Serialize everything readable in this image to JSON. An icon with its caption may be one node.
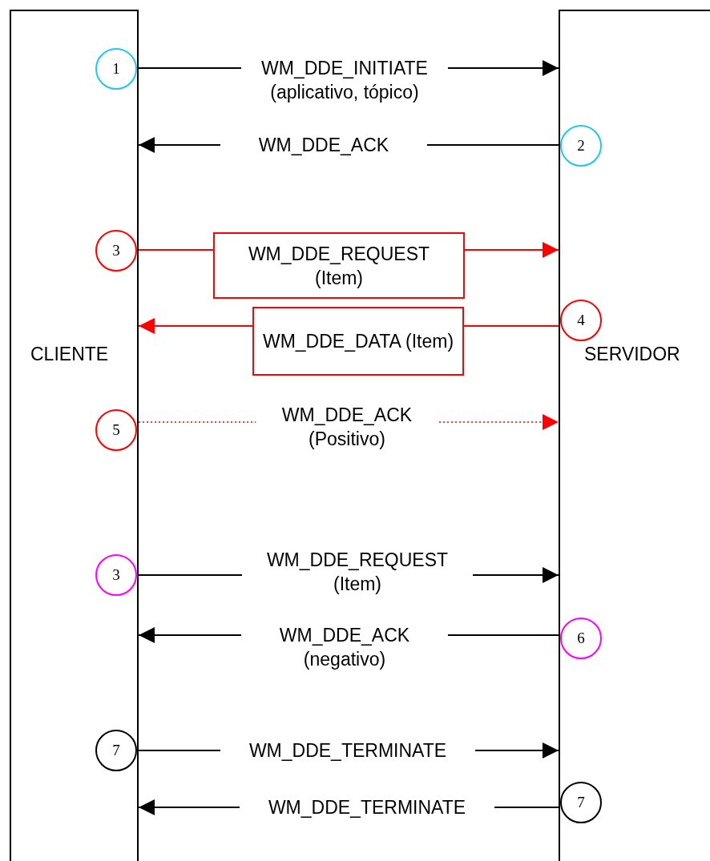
{
  "diagram": {
    "nodes": [
      {
        "text": [
          "CLIENTE"
        ]
      },
      {
        "text": [
          "SERVIDOR"
        ]
      },
      {
        "text": [
          "1"
        ],
        "in": 0
      },
      {
        "text": [
          "2"
        ],
        "in": 1
      },
      {
        "text": [
          "3"
        ],
        "in": 0
      },
      {
        "text": [
          "WM_DDE_REQUEST (Item)"
        ]
      },
      {
        "text": [
          "4"
        ],
        "in": 1
      },
      {
        "text": [
          "WM_DDE_DATA (Item)"
        ]
      },
      {
        "text": [
          "5"
        ],
        "in": 0
      },
      {
        "text": [
          "3"
        ],
        "in": 0
      },
      {
        "text": [
          "6"
        ],
        "in": 1
      },
      {
        "text": [
          "7"
        ],
        "in": 0
      },
      {
        "text": [
          "7"
        ],
        "in": 1
      }
    ],
    "edges": [
      {
        "from": 0,
        "to": 1,
        "arrow": "to",
        "label": "WM_DDE_INITIATE (aplicativo, tópico)"
      },
      {
        "from": 1,
        "to": 0,
        "arrow": "to",
        "label": "WM_DDE_ACK"
      },
      {
        "from": 0,
        "to": 5,
        "arrow": "none",
        "color": "#ff0000"
      },
      {
        "from": 5,
        "to": 1,
        "arrow": "to",
        "color": "#ff0000"
      },
      {
        "from": 1,
        "to": 7,
        "arrow": "none",
        "color": "#ff0000"
      },
      {
        "from": 7,
        "to": 0,
        "arrow": "to",
        "color": "#ff0000"
      },
      {
        "from": 0,
        "to": 1,
        "arrow": "to",
        "label": "WM_DDE_ACK (Positivo)",
        "style": "dashed",
        "color": "#ff0000"
      },
      {
        "from": 0,
        "to": 1,
        "arrow": "to",
        "label": "WM_DDE_REQUEST (Item)"
      },
      {
        "from": 1,
        "to": 0,
        "arrow": "to",
        "label": "WM_DDE_ACK (negativo)"
      },
      {
        "from": 0,
        "to": 1,
        "arrow": "to",
        "label": "WM_DDE_TERMINATE"
      },
      {
        "from": 1,
        "to": 0,
        "arrow": "to",
        "label": "WM_DDE_TERMINATE"
      }
    ]
  }
}
